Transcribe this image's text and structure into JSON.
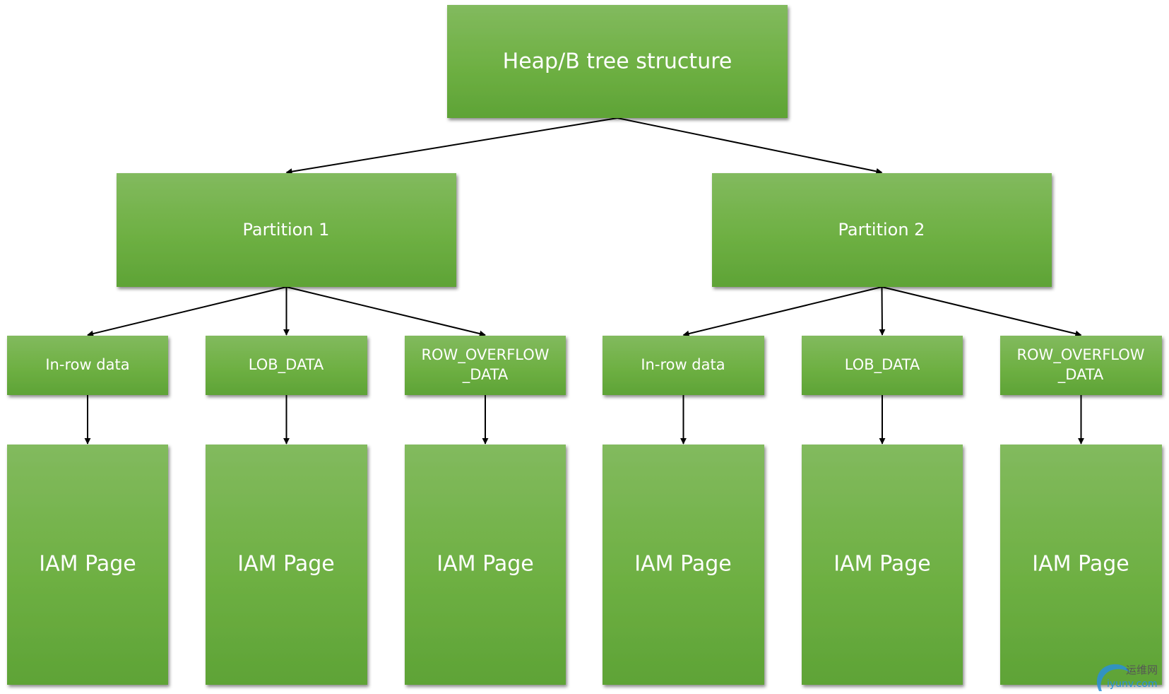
{
  "colors": {
    "box_top": "#82ba5e",
    "box_mid": "#6eb043",
    "box_bottom": "#5ea336",
    "shadow": "#9a9a9a",
    "edge": "#000000",
    "text": "#ffffff",
    "watermark_swirl": "#2a8fd8",
    "watermark_text": "#555555"
  },
  "nodes": {
    "root": {
      "label": "Heap/B tree structure"
    },
    "partition1": {
      "label": "Partition 1"
    },
    "partition2": {
      "label": "Partition 2"
    },
    "p1_inrow": {
      "label": "In-row data"
    },
    "p1_lob": {
      "label": "LOB_DATA"
    },
    "p1_overflow": {
      "label_line1": "ROW_OVERFLOW",
      "label_line2": "_DATA"
    },
    "p2_inrow": {
      "label": "In-row data"
    },
    "p2_lob": {
      "label": "LOB_DATA"
    },
    "p2_overflow": {
      "label_line1": "ROW_OVERFLOW",
      "label_line2": "_DATA"
    },
    "p1_inrow_iam": {
      "label": "IAM Page"
    },
    "p1_lob_iam": {
      "label": "IAM Page"
    },
    "p1_overflow_iam": {
      "label": "IAM Page"
    },
    "p2_inrow_iam": {
      "label": "IAM Page"
    },
    "p2_lob_iam": {
      "label": "IAM Page"
    },
    "p2_overflow_iam": {
      "label": "IAM Page"
    }
  },
  "edges": [
    {
      "from": "root",
      "to": "partition1"
    },
    {
      "from": "root",
      "to": "partition2"
    },
    {
      "from": "partition1",
      "to": "p1_inrow"
    },
    {
      "from": "partition1",
      "to": "p1_lob"
    },
    {
      "from": "partition1",
      "to": "p1_overflow"
    },
    {
      "from": "partition2",
      "to": "p2_inrow"
    },
    {
      "from": "partition2",
      "to": "p2_lob"
    },
    {
      "from": "partition2",
      "to": "p2_overflow"
    },
    {
      "from": "p1_inrow",
      "to": "p1_inrow_iam"
    },
    {
      "from": "p1_lob",
      "to": "p1_lob_iam"
    },
    {
      "from": "p1_overflow",
      "to": "p1_overflow_iam"
    },
    {
      "from": "p2_inrow",
      "to": "p2_inrow_iam"
    },
    {
      "from": "p2_lob",
      "to": "p2_lob_iam"
    },
    {
      "from": "p2_overflow",
      "to": "p2_overflow_iam"
    }
  ],
  "watermark": {
    "line1": "运维网",
    "line2": "iyunv.com",
    "icon": "swirl-logo-icon"
  }
}
